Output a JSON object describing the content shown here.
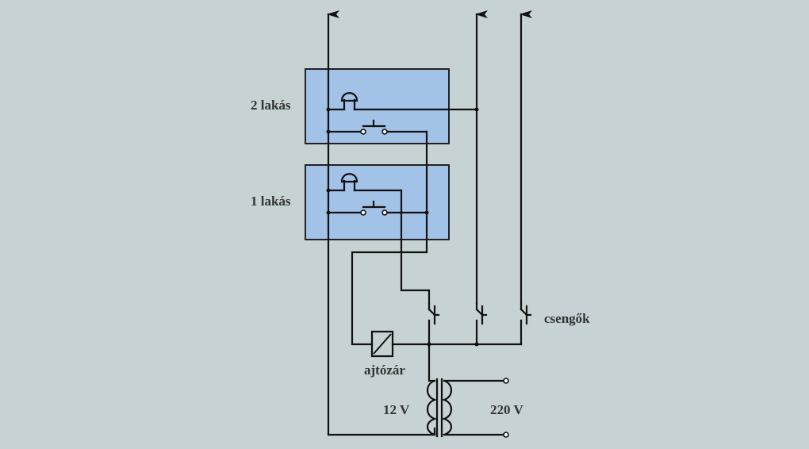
{
  "diagram": {
    "labels": {
      "apartment2": "2 lakás",
      "apartment1": "1 lakás",
      "bells": "csengők",
      "door_lock": "ajtózár",
      "secondary_voltage": "12 V",
      "primary_voltage": "220 V"
    },
    "colors": {
      "background": "#c6d2d3",
      "apartment_box_fill": "#a3c2e8",
      "line": "#111111",
      "text": "#333333"
    }
  }
}
